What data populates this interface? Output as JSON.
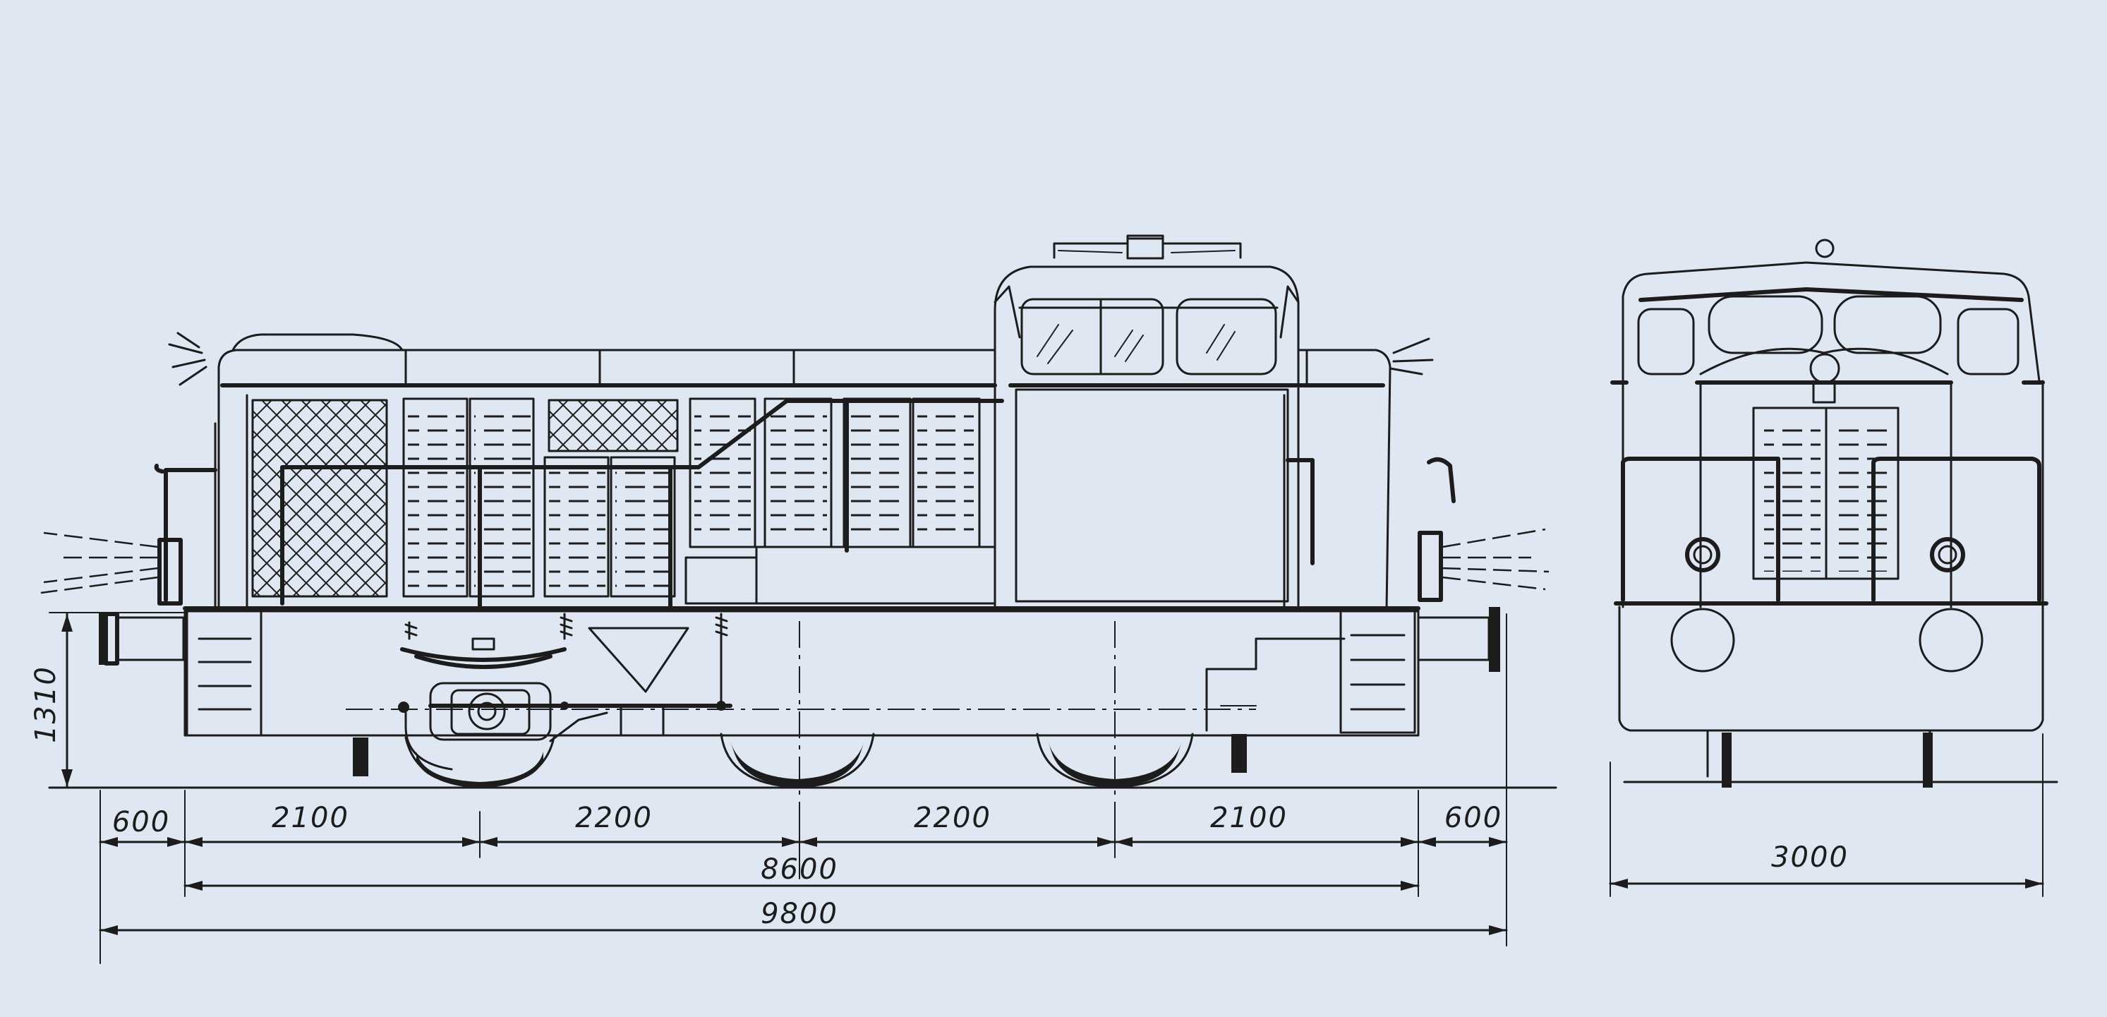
{
  "drawing": {
    "background_color": "#dfe7f2",
    "line_color": "#1c1c1c",
    "side_view": {
      "dimensions": {
        "height": "1310",
        "overhang_left": "600",
        "segment_1": "2100",
        "segment_2": "2200",
        "segment_3": "2200",
        "segment_4": "2100",
        "overhang_right": "600",
        "length_over_frame": "8600",
        "length_over_buffers": "9800"
      }
    },
    "end_view": {
      "dimensions": {
        "width": "3000"
      }
    }
  }
}
